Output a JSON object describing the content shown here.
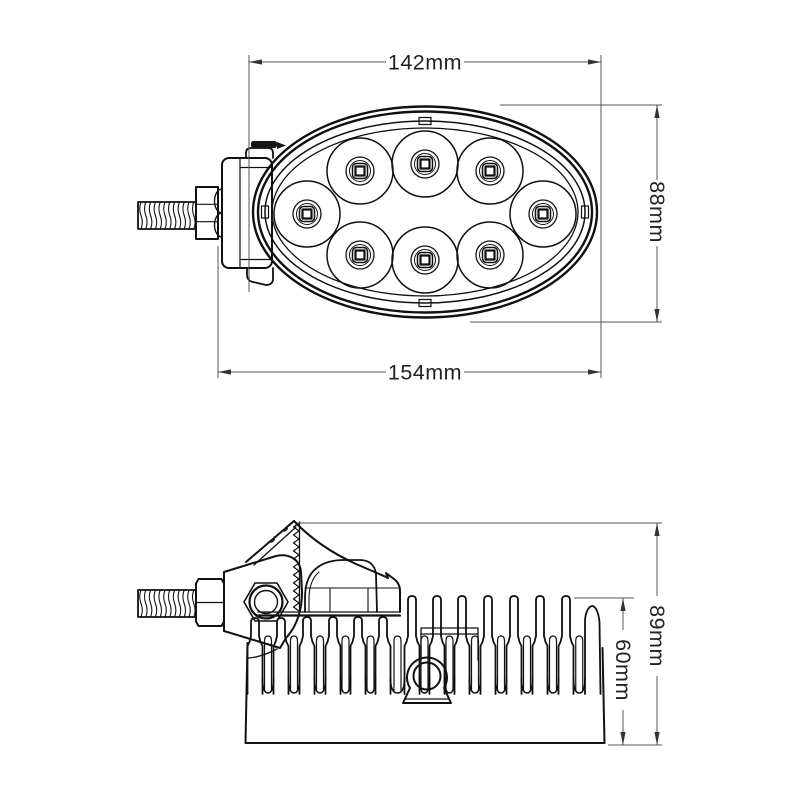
{
  "colors": {
    "background": "#ffffff",
    "outline": "#111111",
    "dimension_line": "#555555",
    "label_text": "#222222"
  },
  "drawing": {
    "type": "technical-dimension-drawing",
    "subject": "oval-led-work-light",
    "led_count": 8,
    "dimensions": {
      "lens_width": {
        "label": "142mm",
        "value": 142,
        "unit": "mm"
      },
      "lens_height": {
        "label": "88mm",
        "value": 88,
        "unit": "mm"
      },
      "overall_width": {
        "label": "154mm",
        "value": 154,
        "unit": "mm"
      },
      "side_overall_height": {
        "label": "89mm",
        "value": 89,
        "unit": "mm"
      },
      "side_body_height": {
        "label": "60mm",
        "value": 60,
        "unit": "mm"
      }
    }
  }
}
